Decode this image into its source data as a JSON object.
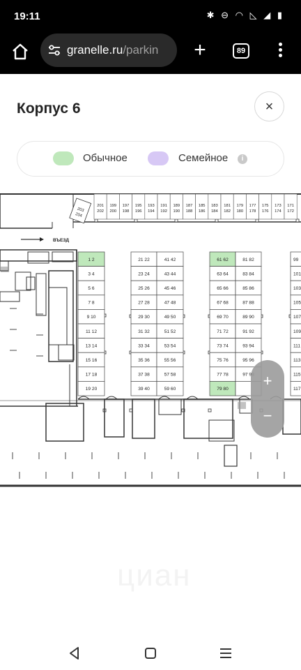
{
  "status_bar": {
    "time": "19:11",
    "icons": "✱ ⊖ ◠ ◺ ◢ ▮"
  },
  "browser": {
    "url_host": "granelle.ru",
    "url_path": "/parkin",
    "tab_count": "89",
    "plus": "+"
  },
  "modal": {
    "title": "Корпус 6",
    "close": "×"
  },
  "legend": {
    "regular": "Обычное",
    "family": "Семейное",
    "info": "i",
    "colors": {
      "regular": "#bfe8bb",
      "family": "#d7c8f5"
    }
  },
  "plan": {
    "entrance_label": "ВЪЕЗД",
    "top_row": [
      "201 202",
      "199 200",
      "197 198",
      "195 196",
      "193 194",
      "191 192",
      "189 190",
      "187 188",
      "185 186",
      "183 184",
      "181 182",
      "179 180",
      "177 178",
      "175 176",
      "173 174",
      "171 172"
    ],
    "corner_label": "203 204",
    "col1": [
      "1 2",
      "3 4",
      "5 6",
      "7 8",
      "9 10",
      "11 12",
      "13 14",
      "15 16",
      "17 18",
      "19 20"
    ],
    "col2": [
      "21 22",
      "23 24",
      "25 26",
      "27 28",
      "29 30",
      "31 32",
      "33 34",
      "35 36",
      "37 38",
      "39 40"
    ],
    "col3": [
      "41 42",
      "43 44",
      "45 46",
      "47 48",
      "49 50",
      "51 52",
      "53 54",
      "55 56",
      "57 58",
      "59 60"
    ],
    "col4": [
      "61 62",
      "63 64",
      "65 66",
      "67 68",
      "69 70",
      "71 72",
      "73 74",
      "75 76",
      "77 78",
      "79 80"
    ],
    "col5": [
      "81 82",
      "83 84",
      "85 86",
      "87 88",
      "89 90",
      "91 92",
      "93 94",
      "95 96",
      "97 98",
      ""
    ],
    "col6": [
      "99",
      "101",
      "103",
      "105",
      "107",
      "109",
      "111",
      "113",
      "115",
      "117"
    ],
    "highlighted_regular": [
      "1 2",
      "61 62",
      "79 80"
    ]
  },
  "zoom": {
    "in": "+",
    "out": "−"
  },
  "watermark": "циан"
}
